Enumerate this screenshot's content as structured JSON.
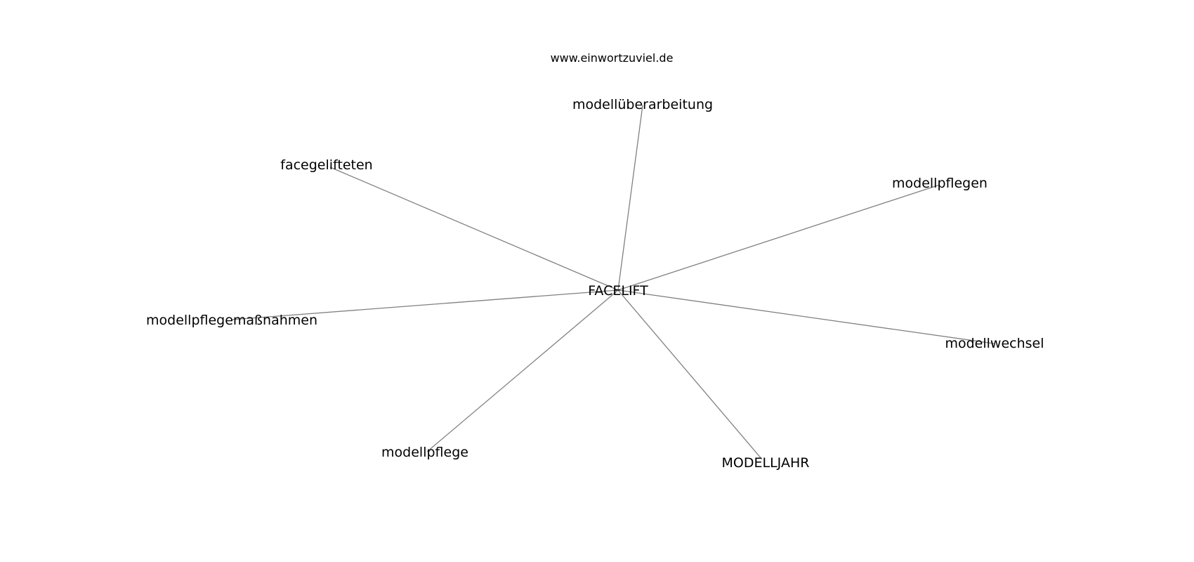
{
  "source": "www.einwortzuviel.de",
  "graph": {
    "center": "FACELIFT",
    "nodes": [
      {
        "id": "modellueberarbeitung",
        "label": "modellüberarbeitung"
      },
      {
        "id": "facegelifteten",
        "label": "facegelifteten"
      },
      {
        "id": "modellpflegen",
        "label": "modellpflegen"
      },
      {
        "id": "modellpflegemassnahmen",
        "label": "modellpflegemaßnahmen"
      },
      {
        "id": "modellwechsel",
        "label": "modellwechsel"
      },
      {
        "id": "modellpflege",
        "label": "modellpflege"
      },
      {
        "id": "modelljahr",
        "label": "MODELLJAHR"
      }
    ]
  },
  "colors": {
    "edge": "#808080",
    "text": "#000000",
    "background": "#ffffff"
  }
}
